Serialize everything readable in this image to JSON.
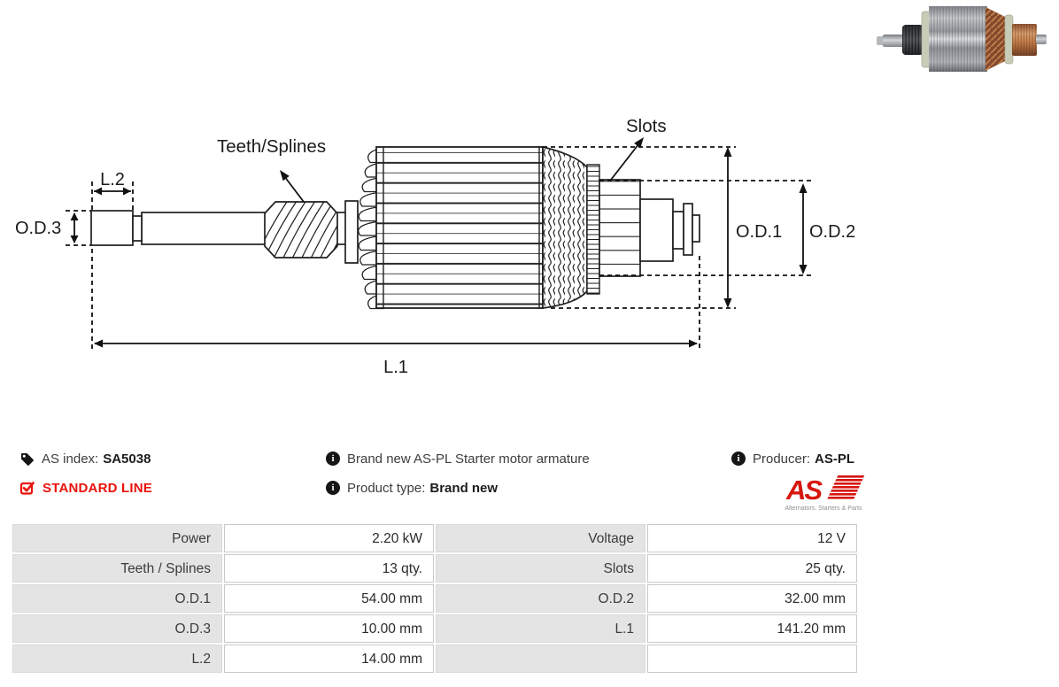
{
  "info": {
    "as_index": {
      "label": "AS index:",
      "value": "SA5038"
    },
    "standard_line": "STANDARD LINE",
    "description": "Brand new AS-PL Starter motor armature",
    "product_type": {
      "label": "Product type:",
      "value": "Brand new"
    },
    "producer": {
      "label": "Producer:",
      "value": "AS-PL"
    },
    "logo": {
      "text": "AS",
      "tagline": "Alternators. Starters & Parts"
    }
  },
  "diagram_labels": {
    "l1": "L.1",
    "l2": "L.2",
    "od1": "O.D.1",
    "od2": "O.D.2",
    "od3": "O.D.3",
    "teeth_splines": "Teeth/Splines",
    "slots": "Slots"
  },
  "specs": {
    "left": [
      {
        "label": "Power",
        "value": "2.20 kW"
      },
      {
        "label": "Teeth / Splines",
        "value": "13 qty."
      },
      {
        "label": "O.D.1",
        "value": "54.00 mm"
      },
      {
        "label": "O.D.3",
        "value": "10.00 mm"
      },
      {
        "label": "L.2",
        "value": "14.00 mm"
      }
    ],
    "right": [
      {
        "label": "Voltage",
        "value": "12 V"
      },
      {
        "label": "Slots",
        "value": "25 qty."
      },
      {
        "label": "O.D.2",
        "value": "32.00 mm"
      },
      {
        "label": "L.1",
        "value": "141.20 mm"
      },
      {
        "label": "",
        "value": ""
      }
    ]
  },
  "colors": {
    "accent_red": "#e8120c",
    "table_label_bg": "#e4e4e4",
    "table_border": "#c9c9c9",
    "diagram_ink": "#1f1f1f"
  }
}
